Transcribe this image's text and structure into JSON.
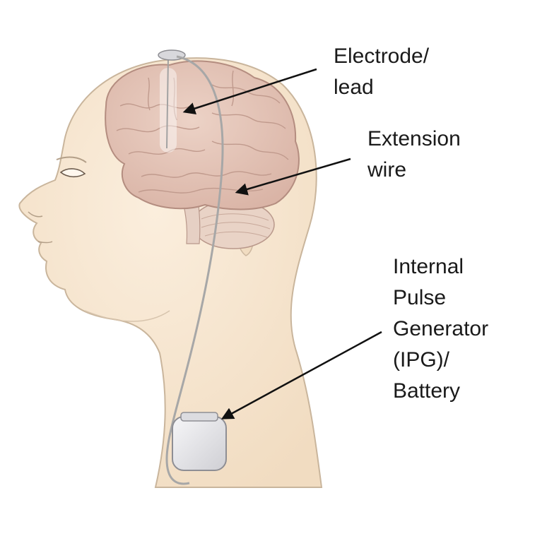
{
  "labels": {
    "electrode": [
      "Electrode/",
      "lead"
    ],
    "extension": [
      "Extension",
      "wire"
    ],
    "ipg": [
      "Internal",
      "Pulse",
      "Generator",
      "(IPG)/",
      "Battery"
    ]
  },
  "colors": {
    "skin": "#f6e3cb",
    "skin_outline": "#c9b59c",
    "brain": "#e3c2b5",
    "brain_outline": "#b48d80",
    "cerebellum": "#e9d3c6",
    "wire": "#9e9e9e",
    "device": "#e9e9ec",
    "arrow": "#111111"
  }
}
